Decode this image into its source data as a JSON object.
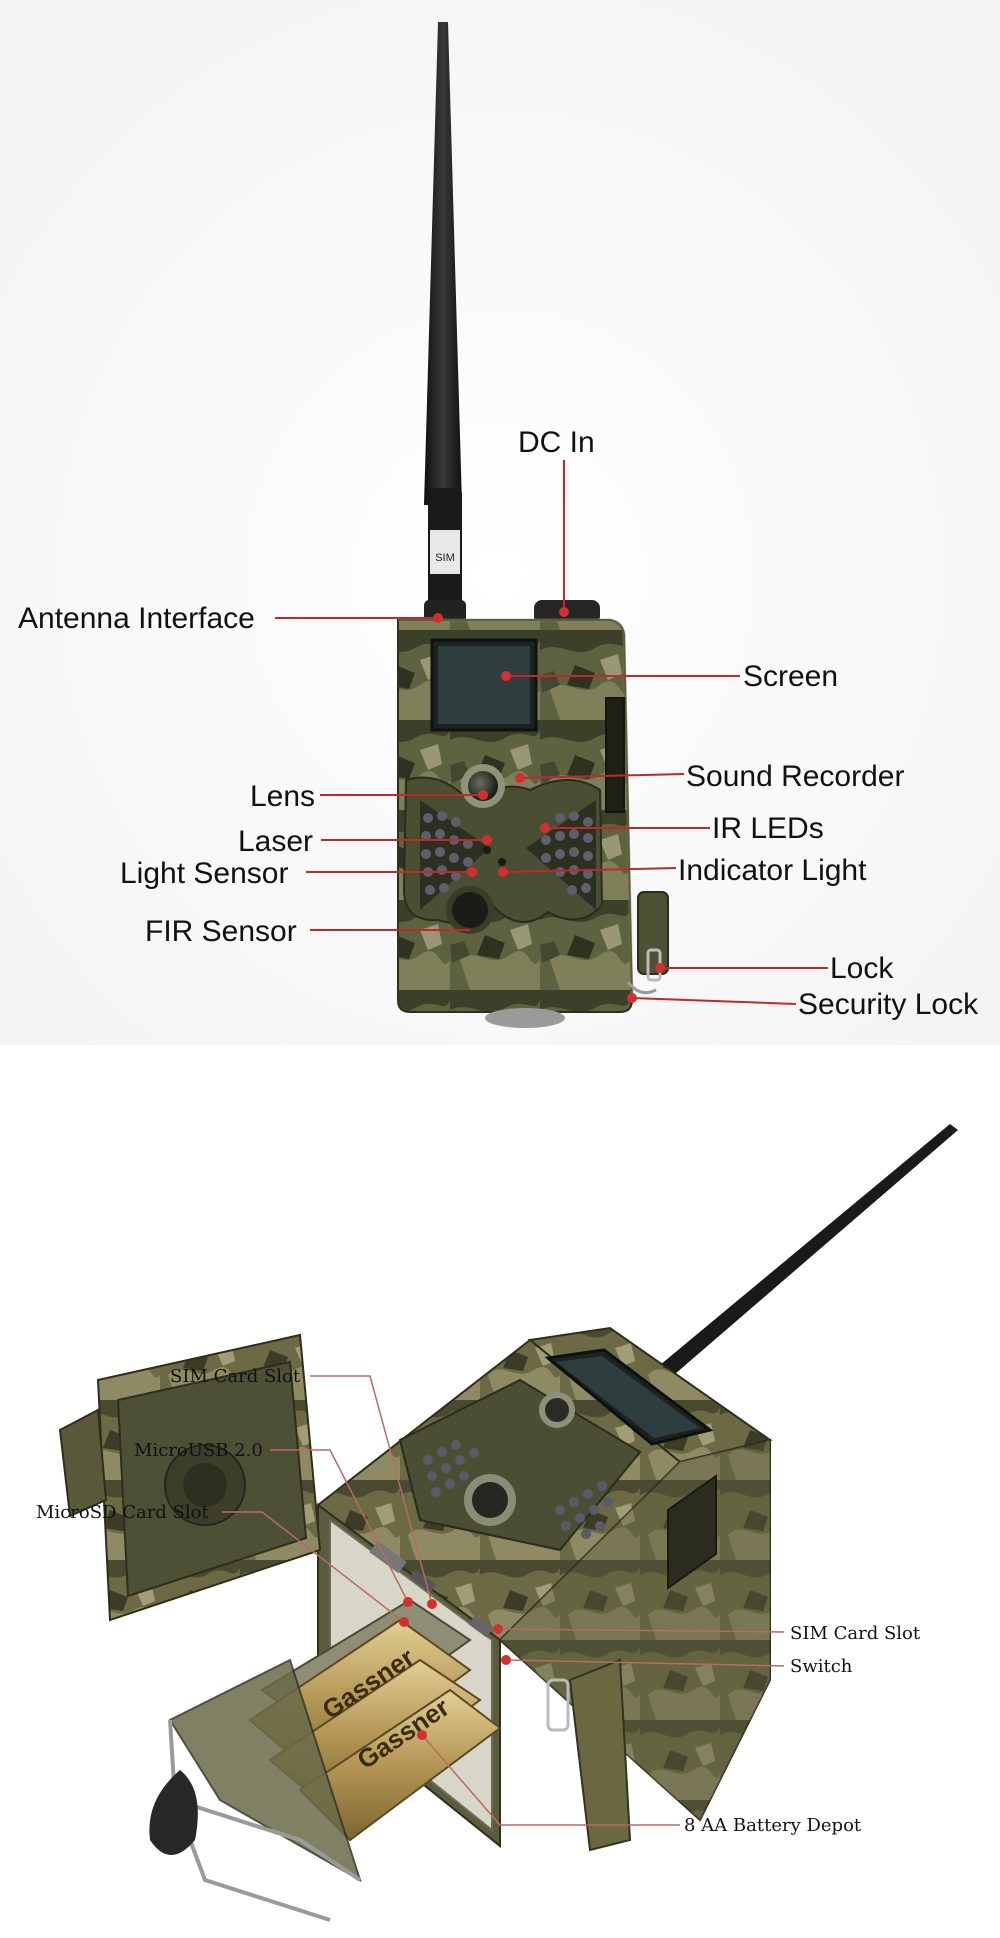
{
  "colors": {
    "leader_line": "#c0282a",
    "leader_line_thin": "#b86b60",
    "camo_base": "#5a5f3a",
    "camo_dark": "#3a3d26",
    "camo_light": "#8a8a62",
    "antenna": "#1b1b1b",
    "screen": "#2c3a3a",
    "battery": "#c2a766"
  },
  "icons": {
    "antenna": "antenna-icon",
    "camera_body": "trail-camera-icon",
    "battery": "aa-battery-icon"
  },
  "top_diagram": {
    "antenna_tag": "SIM",
    "labels": {
      "dc_in": "DC In",
      "antenna_interface": "Antenna Interface",
      "screen": "Screen",
      "lens": "Lens",
      "sound_recorder": "Sound Recorder",
      "laser": "Laser",
      "ir_leds": "IR LEDs",
      "light_sensor": "Light Sensor",
      "indicator_light": "Indicator Light",
      "fir_sensor": "FIR Sensor",
      "lock": "Lock",
      "security_lock": "Security Lock"
    }
  },
  "bottom_diagram": {
    "battery_brand": "Gassner",
    "labels": {
      "sim_card_slot_left": "SIM Card Slot",
      "micro_usb": "MicroUSB 2.0",
      "microsd_card_slot": "MicroSD Card Slot",
      "sim_card_slot_right": "SIM Card Slot",
      "switch": "Switch",
      "battery_depot": "8 AA Battery Depot"
    }
  }
}
